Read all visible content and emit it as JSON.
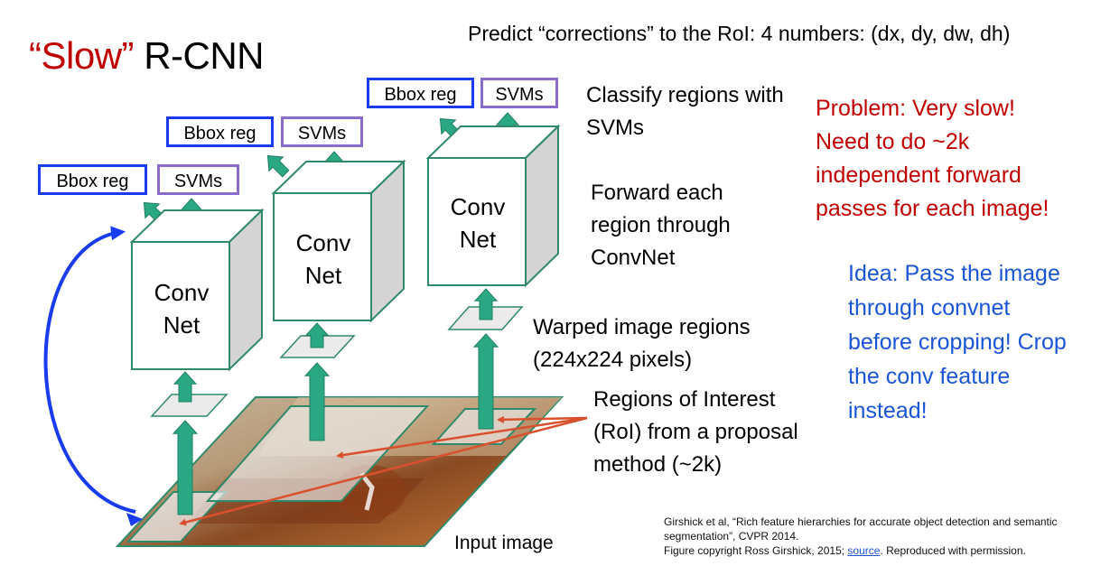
{
  "title": {
    "highlight": "“Slow”",
    "rest": "R-CNN"
  },
  "subtitle": "Predict “corrections” to the RoI: 4 numbers: (dx, dy, dw, dh)",
  "heads": [
    {
      "bbox_label": "Bbox reg",
      "svm_label": "SVMs"
    },
    {
      "bbox_label": "Bbox reg",
      "svm_label": "SVMs"
    },
    {
      "bbox_label": "Bbox reg",
      "svm_label": "SVMs"
    }
  ],
  "convnets": [
    {
      "line1": "Conv",
      "line2": "Net"
    },
    {
      "line1": "Conv",
      "line2": "Net"
    },
    {
      "line1": "Conv",
      "line2": "Net"
    }
  ],
  "annotations": {
    "classify": [
      "Classify regions with",
      "SVMs"
    ],
    "forward": [
      "Forward each",
      "region through",
      "ConvNet"
    ],
    "warped": [
      "Warped image regions",
      "(224x224 pixels)"
    ],
    "roi": [
      "Regions of Interest",
      "(RoI) from a proposal",
      "method (~2k)"
    ],
    "input": "Input image"
  },
  "problem_note": [
    "Problem: Very slow!",
    "Need to do ~2k",
    "independent forward",
    "passes for each image!"
  ],
  "idea_note": [
    "Idea: Pass the image",
    "through convnet",
    "before cropping! Crop",
    "the conv feature",
    "instead!"
  ],
  "citation": {
    "line1": "Girshick et al, “Rich feature hierarchies for accurate object detection and semantic",
    "line2": "segmentation”, CVPR 2014.",
    "line3_prefix": "Figure copyright Ross Girshick, 2015; ",
    "link": "source",
    "line3_suffix": ". Reproduced with permission."
  },
  "colors": {
    "accent_red": "#c00000",
    "accent_blue": "#1a55d6",
    "bbox_border": "#1a3cf0",
    "svm_border": "#8a6cd0",
    "arrow_green": "#2aa884",
    "roi_arrow": "#d9502e",
    "side_gray": "#d4d4d4"
  }
}
